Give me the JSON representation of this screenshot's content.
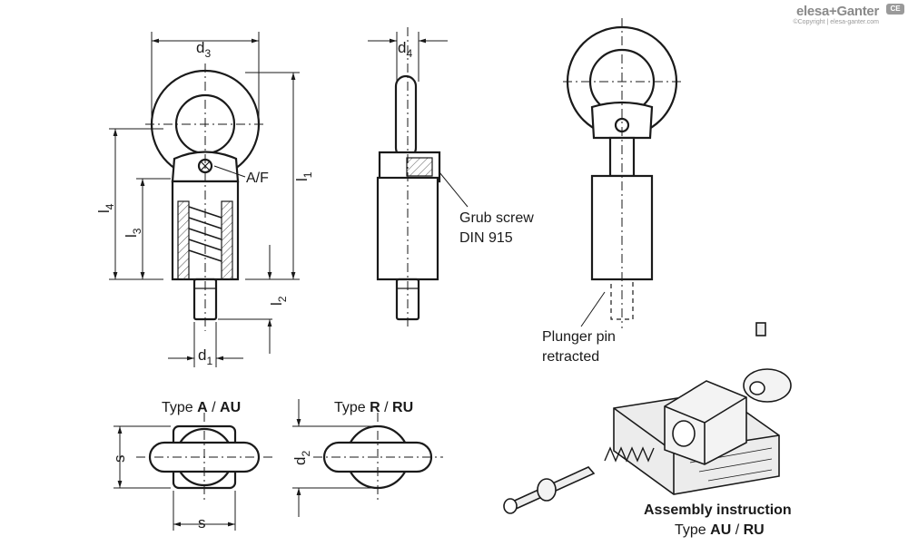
{
  "brand": {
    "logo_text": "elesa+Ganter",
    "copyright": "©Copyright | elesa-ganter.com",
    "badge": "CE"
  },
  "dimensions": {
    "d3": {
      "main": "d",
      "sub": "3"
    },
    "d4": {
      "main": "d",
      "sub": "4"
    },
    "d1": {
      "main": "d",
      "sub": "1"
    },
    "d2": {
      "main": "d",
      "sub": "2"
    },
    "l1": {
      "main": "l",
      "sub": "1"
    },
    "l2": {
      "main": "l",
      "sub": "2"
    },
    "l3": {
      "main": "l",
      "sub": "3"
    },
    "l4": {
      "main": "l",
      "sub": "4"
    },
    "af": "A/F",
    "s_side": "s",
    "s_bottom": "s"
  },
  "callouts": {
    "grub_screw_line1": "Grub screw",
    "grub_screw_line2": "DIN 915",
    "plunger_line1": "Plunger pin",
    "plunger_line2": "retracted"
  },
  "types": {
    "left_prefix": "Type ",
    "left_a": "A",
    "left_sep": " / ",
    "left_au": "AU",
    "right_prefix": "Type ",
    "right_r": "R",
    "right_sep": " / ",
    "right_ru": "RU"
  },
  "assembly": {
    "title": "Assembly instruction",
    "type_prefix": "Type ",
    "type_au": "AU",
    "type_sep": " / ",
    "type_ru": "RU"
  }
}
